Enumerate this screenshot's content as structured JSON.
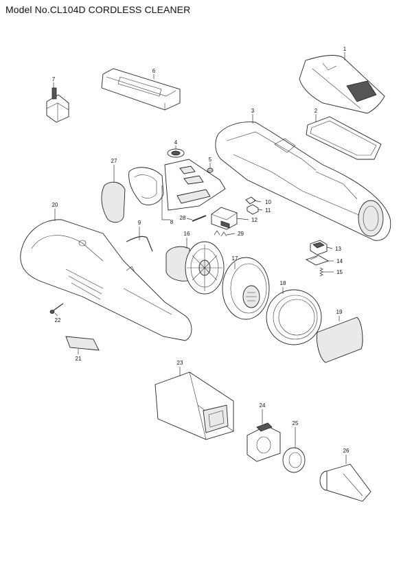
{
  "title": "Model No.CL104D CORDLESS CLEANER",
  "parts": [
    {
      "number": "1",
      "icon": "top-cover-icon"
    },
    {
      "number": "2",
      "icon": "gasket-icon"
    },
    {
      "number": "3",
      "icon": "housing-icon"
    },
    {
      "number": "4",
      "icon": "switch-button-icon"
    },
    {
      "number": "5",
      "icon": "screw-icon"
    },
    {
      "number": "6",
      "icon": "battery-cover-icon"
    },
    {
      "number": "7",
      "icon": "terminal-icon"
    },
    {
      "number": "8",
      "icon": "switch-plate-icon"
    },
    {
      "number": "9",
      "icon": "wire-spring-icon"
    },
    {
      "number": "10",
      "icon": "small-block-icon"
    },
    {
      "number": "11",
      "icon": "small-block-icon"
    },
    {
      "number": "12",
      "icon": "switch-icon"
    },
    {
      "number": "13",
      "icon": "latch-button-icon"
    },
    {
      "number": "14",
      "icon": "latch-plate-icon"
    },
    {
      "number": "15",
      "icon": "compression-spring-icon"
    },
    {
      "number": "16",
      "icon": "motor-fan-icon"
    },
    {
      "number": "17",
      "icon": "fan-cover-icon"
    },
    {
      "number": "18",
      "icon": "filter-ring-icon"
    },
    {
      "number": "19",
      "icon": "filter-icon"
    },
    {
      "number": "20",
      "icon": "housing-icon"
    },
    {
      "number": "21",
      "icon": "label-icon"
    },
    {
      "number": "22",
      "icon": "screw-icon"
    },
    {
      "number": "23",
      "icon": "dust-bag-icon"
    },
    {
      "number": "24",
      "icon": "bag-holder-icon"
    },
    {
      "number": "25",
      "icon": "seal-ring-icon"
    },
    {
      "number": "26",
      "icon": "nozzle-icon"
    },
    {
      "number": "27",
      "icon": "cover-icon"
    },
    {
      "number": "28",
      "icon": "pin-icon"
    },
    {
      "number": "29",
      "icon": "spring-clip-icon"
    }
  ]
}
